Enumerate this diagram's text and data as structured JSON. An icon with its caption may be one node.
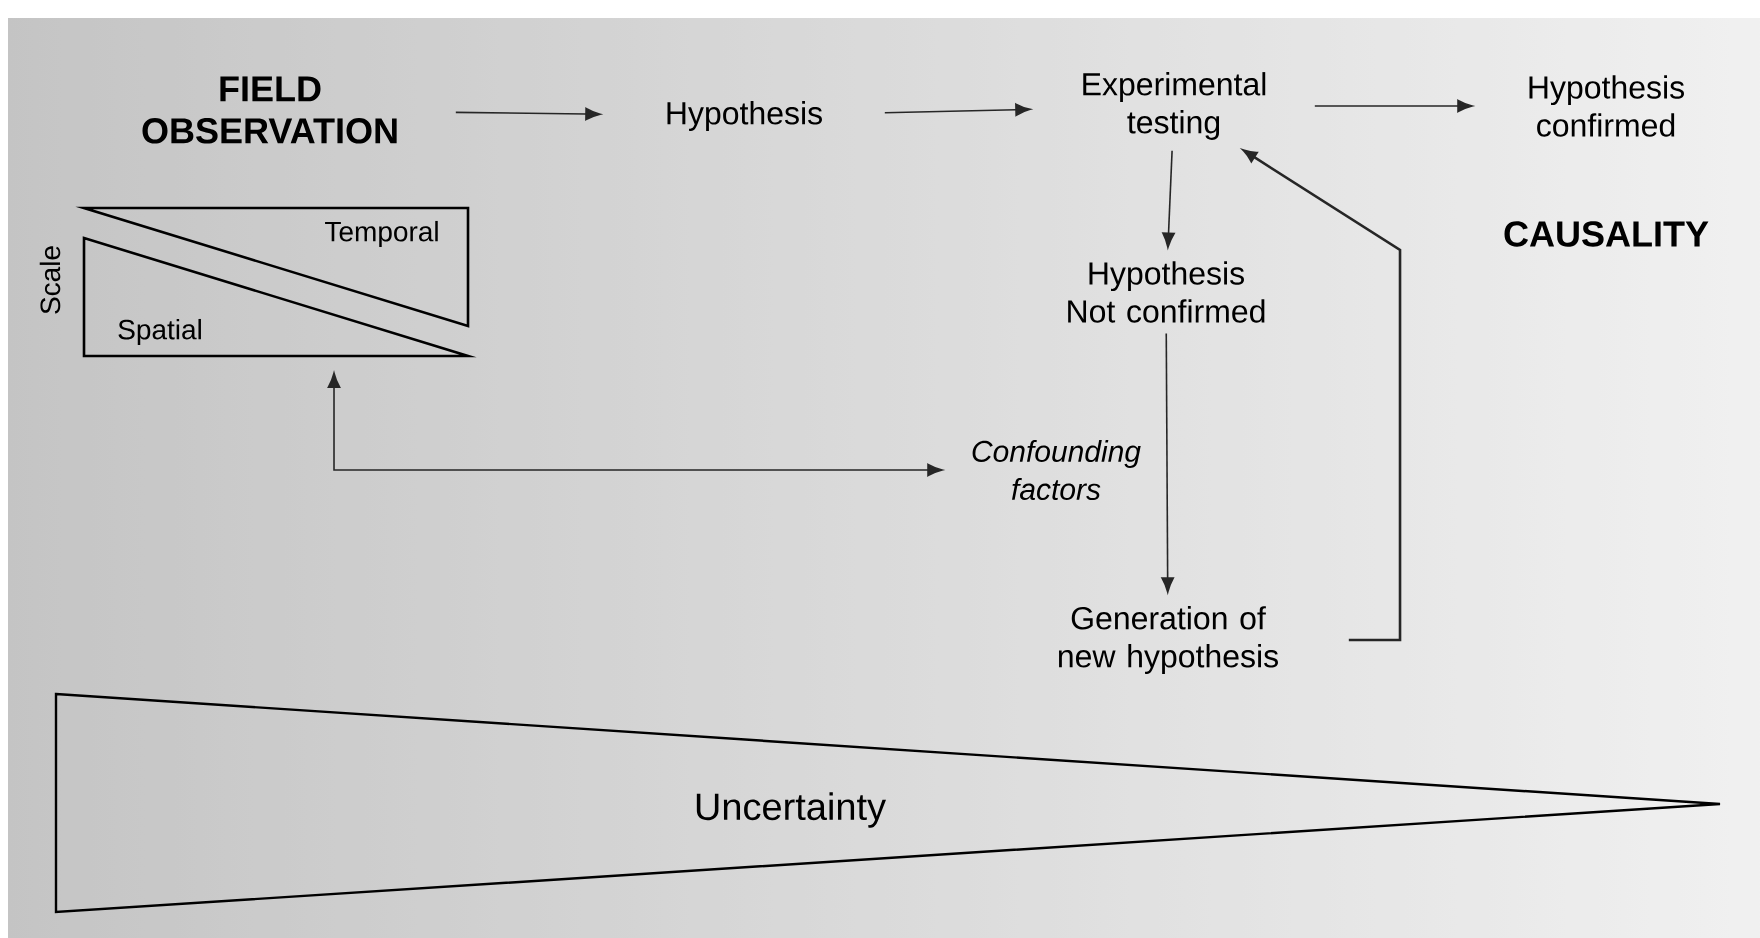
{
  "diagram": {
    "nodes": [
      {
        "text": [
          "FIELD OBSERVATION"
        ]
      },
      {
        "text": [
          "Hypothesis"
        ]
      },
      {
        "text": [
          "Experimental testing"
        ]
      },
      {
        "text": [
          "Hypothesis confirmed"
        ]
      },
      {
        "text": [
          "Hypothesis Not confirmed"
        ]
      },
      {
        "text": [
          "Confounding factors"
        ]
      },
      {
        "text": [
          "Generation of new hypothesis"
        ]
      },
      {
        "text": [
          "Temporal",
          "Spatial"
        ],
        "beside": [
          "Scale"
        ]
      },
      {
        "text": [
          "Uncertainty"
        ]
      }
    ],
    "edges": [
      {
        "from": 0,
        "to": 1,
        "arrow": "to"
      },
      {
        "from": 1,
        "to": 2,
        "arrow": "to"
      },
      {
        "from": 2,
        "to": 3,
        "arrow": "to"
      },
      {
        "from": 2,
        "to": 4,
        "arrow": "to"
      },
      {
        "from": 4,
        "to": 6,
        "arrow": "to"
      },
      {
        "from": 6,
        "to": 2,
        "arrow": "to"
      },
      {
        "from": 5,
        "to": 7,
        "arrow": "both"
      }
    ],
    "labels": [
      "CAUSALITY"
    ]
  }
}
